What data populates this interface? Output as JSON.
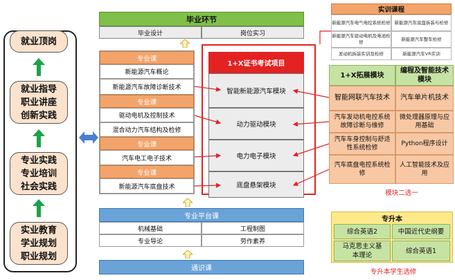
{
  "left_column": {
    "stages": [
      {
        "lines": [
          "就业顶岗"
        ]
      },
      {
        "lines": [
          "就业指导",
          "职业讲座",
          "创新实践"
        ]
      },
      {
        "lines": [
          "专业实践",
          "专业培训",
          "社会实践"
        ]
      },
      {
        "lines": [
          "实业教育",
          "学业规划",
          "职业规划"
        ]
      }
    ]
  },
  "graduation": {
    "title": "毕业环节",
    "items": [
      "毕业设计",
      "岗位实习"
    ]
  },
  "professional_courses": {
    "groups": [
      {
        "header": "专业课",
        "items": [
          "新能源汽车概论",
          "新能源汽车故障诊断技术"
        ]
      },
      {
        "header": "专业课",
        "items": [
          "驱动电机及控制技术",
          "混合动力汽车结构及检修"
        ]
      },
      {
        "header": "专业课",
        "items": [
          "汽车电工电子技术"
        ]
      },
      {
        "header": "专业课",
        "items": [
          "新能源汽车底盘技术"
        ]
      }
    ]
  },
  "platform": {
    "title": "专业平台课",
    "items": [
      "机械基础",
      "工程制图",
      "专业导论",
      "劳作素养"
    ]
  },
  "general": {
    "title": "通识课"
  },
  "certificate": {
    "title": "1+X证书考试项目",
    "modules": [
      "智能新能源汽车模块",
      "动力驱动模块",
      "电力电子模块",
      "底盘悬架模块"
    ]
  },
  "training": {
    "title": "实训课程",
    "items": [
      "新能源汽车电气电控系统检修",
      "新能源汽车底盘拆装与检修",
      "新能源汽车驱动电机及电池检修",
      "新能源汽车整车检修",
      "发动机拆装实训及检修",
      "新能源汽车VR实训"
    ]
  },
  "expansion": {
    "col1_title": "1+X拓展模块",
    "col2_title": "编程及智能技术模块",
    "col1": [
      "智能网联汽车技术",
      "汽车发动机电控系统故障诊断与维修",
      "汽车车身控制与舒适性系统检修",
      "汽车底盘电控系统检修"
    ],
    "col2": [
      "汽车单片机技术",
      "微处理器原理与应用基础",
      "Python程序设计",
      "人工智能技术及应用"
    ],
    "caption": "模块二选一"
  },
  "upgrade": {
    "title": "专升本",
    "items": [
      "综合英语2",
      "中国近代史纲要",
      "马克思主义基本理论",
      "综合英语1"
    ],
    "caption": "专升本学生选修"
  },
  "colors": {
    "accent_red": "#e32222",
    "green": "#7fbf4a",
    "orange": "#f3a46a",
    "blue": "#6aa3d8",
    "arrow_green": "#1aa34a",
    "arrow_blue": "#4a7fd0"
  }
}
